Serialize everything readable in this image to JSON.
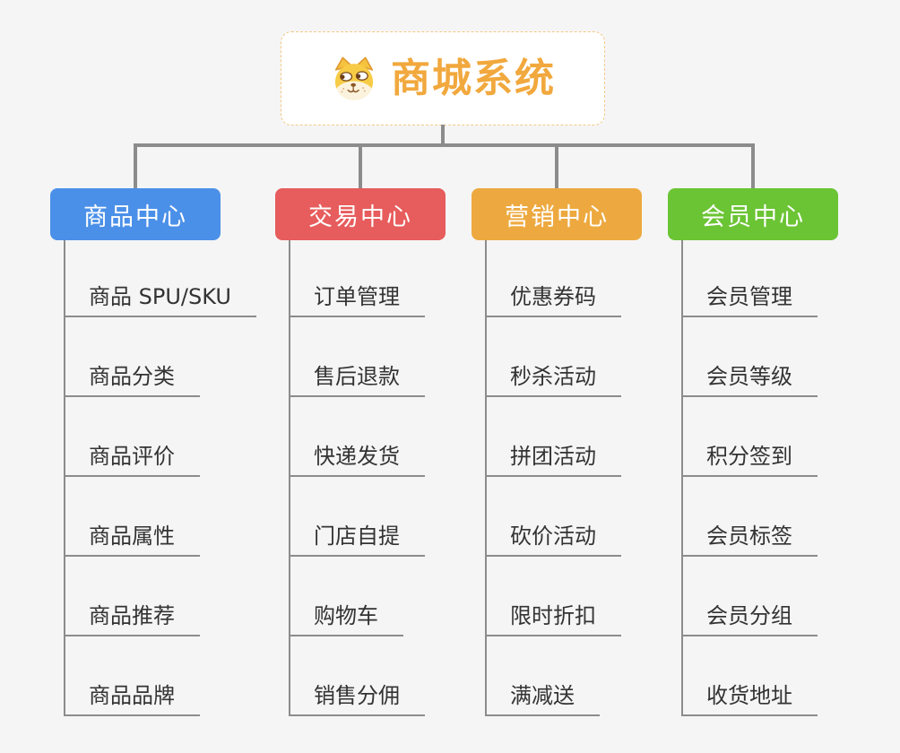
{
  "root": {
    "title": "商城系统",
    "icon": "shiba-dog-icon"
  },
  "branches": [
    {
      "label": "商品中心",
      "color": "#4B90E8",
      "items": [
        "商品 SPU/SKU",
        "商品分类",
        "商品评价",
        "商品属性",
        "商品推荐",
        "商品品牌"
      ]
    },
    {
      "label": "交易中心",
      "color": "#E75C5C",
      "items": [
        "订单管理",
        "售后退款",
        "快递发货",
        "门店自提",
        "购物车",
        "销售分佣"
      ]
    },
    {
      "label": "营销中心",
      "color": "#EDA93F",
      "items": [
        "优惠券码",
        "秒杀活动",
        "拼团活动",
        "砍价活动",
        "限时折扣",
        "满减送"
      ]
    },
    {
      "label": "会员中心",
      "color": "#6BC434",
      "items": [
        "会员管理",
        "会员等级",
        "积分签到",
        "会员标签",
        "会员分组",
        "收货地址"
      ]
    }
  ],
  "colors": {
    "background": "#F5F5F6",
    "connector": "#8C8C8C",
    "root_text": "#F1A83D",
    "root_border": "#F3C886",
    "item_text": "#333333"
  }
}
